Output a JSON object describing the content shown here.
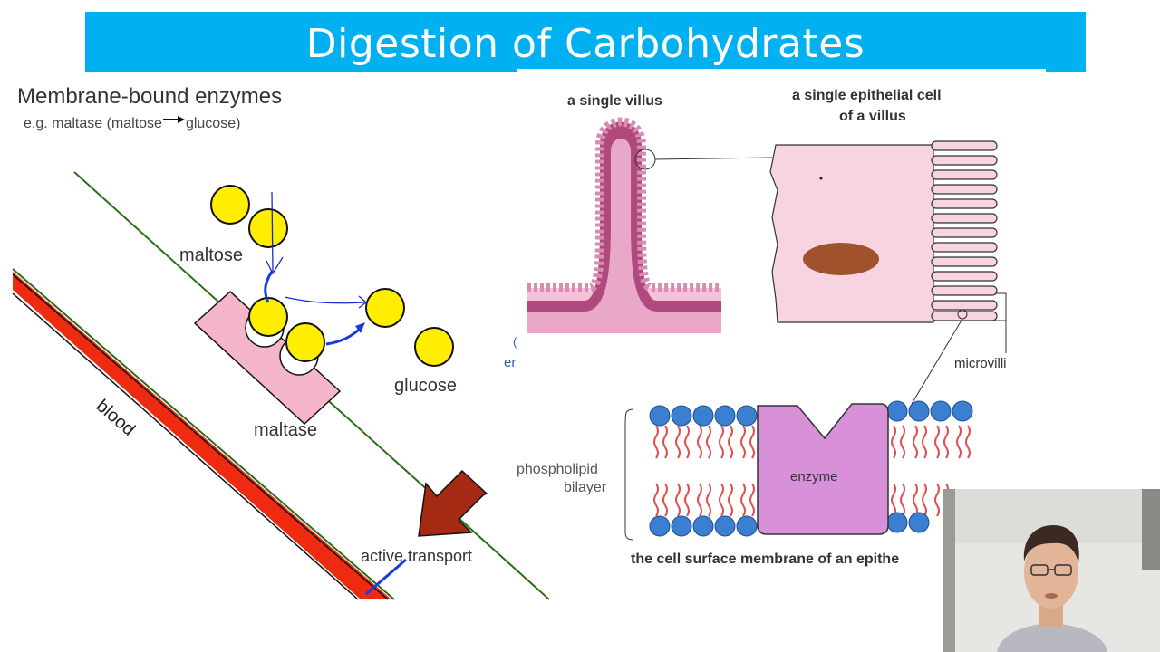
{
  "slide": {
    "title": "Digestion of Carbohydrates",
    "heading": "Membrane-bound enzymes",
    "example_prefix": "e.g. maltase (maltose",
    "example_suffix": "glucose)"
  },
  "left_diagram": {
    "label_maltose": "maltose",
    "label_glucose": "glucose",
    "label_maltase": "maltase",
    "label_blood": "blood",
    "label_active_transport": "active transport",
    "colors": {
      "glucose": "#ffee00",
      "enzyme": "#f4b6c8",
      "blood": "#ee2a10",
      "membrane": "#2a6e1a",
      "arrow": "#a52a14",
      "ink": "#1a2ad0"
    }
  },
  "right_diagram": {
    "label_villus": "a single villus",
    "label_cell_line1": "a single epithelial cell",
    "label_cell_line2": "of a villus",
    "label_microvilli": "microvilli",
    "label_enzyme": "enzyme",
    "label_phospho_line1": "phospholipid",
    "label_phospho_line2": "bilayer",
    "caption": "the cell surface membrane of an epithe",
    "colors": {
      "villus": "#e9a7c5",
      "villus_dark": "#b04a7e",
      "cell": "#f8d4e2",
      "nucleus": "#a0522d",
      "enzyme": "#d890d8",
      "head": "#3a7fd0",
      "tail": "#e05050"
    }
  },
  "webcam": {
    "icon": "presenter-video"
  }
}
